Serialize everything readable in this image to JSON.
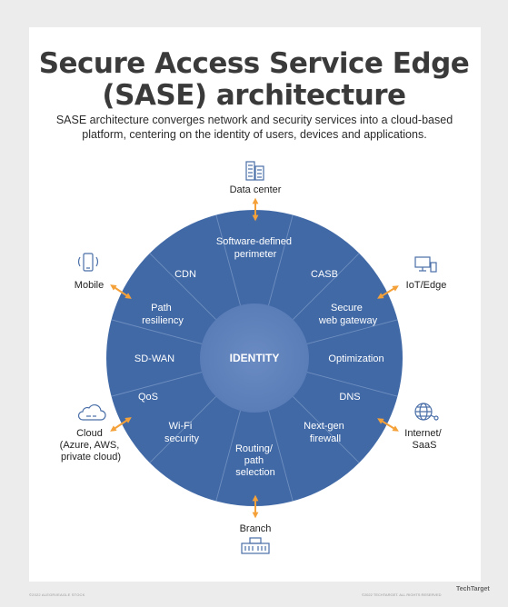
{
  "title_line1": "Secure Access Service Edge",
  "title_line2": "(SASE) architecture",
  "subtitle_line1": "SASE architecture converges network and security services into a cloud-based",
  "subtitle_line2": "platform, centering on the identity of users, devices and applications.",
  "center_label": "IDENTITY",
  "services": {
    "software_defined_perimeter": [
      "Software-defined",
      "perimeter"
    ],
    "cdn": [
      "CDN"
    ],
    "casb": [
      "CASB"
    ],
    "path_resiliency": [
      "Path",
      "resiliency"
    ],
    "secure_web_gateway": [
      "Secure",
      "web gateway"
    ],
    "sd_wan": [
      "SD-WAN"
    ],
    "optimization": [
      "Optimization"
    ],
    "qos": [
      "QoS"
    ],
    "dns": [
      "DNS"
    ],
    "wifi_security": [
      "Wi-Fi",
      "security"
    ],
    "next_gen_firewall": [
      "Next-gen",
      "firewall"
    ],
    "routing_path_selection": [
      "Routing/",
      "path",
      "selection"
    ]
  },
  "endpoints": {
    "data_center": {
      "label": [
        "Data center"
      ],
      "icon": "building-icon"
    },
    "mobile": {
      "label": [
        "Mobile"
      ],
      "icon": "mobile-phone-icon"
    },
    "iot_edge": {
      "label": [
        "IoT/Edge"
      ],
      "icon": "devices-icon"
    },
    "cloud": {
      "label": [
        "Cloud",
        "(Azure, AWS,",
        "private cloud)"
      ],
      "icon": "cloud-icon"
    },
    "internet_saas": {
      "label": [
        "Internet/",
        "SaaS"
      ],
      "icon": "globe-network-icon"
    },
    "branch": {
      "label": [
        "Branch"
      ],
      "icon": "branch-office-icon"
    }
  },
  "footer": {
    "left": "©2022 ALEGRI/EAGLE STOCK",
    "right": "©2022 TECHTARGET. ALL RIGHTS RESERVED",
    "logo": "TechTarget"
  },
  "colors": {
    "circle": "#4169a6",
    "spoke": "#6f8fc0",
    "center": "#5f82bb",
    "arrow": "#f5a13a",
    "icon": "#4a6fa8",
    "title": "#3a3a3a"
  }
}
